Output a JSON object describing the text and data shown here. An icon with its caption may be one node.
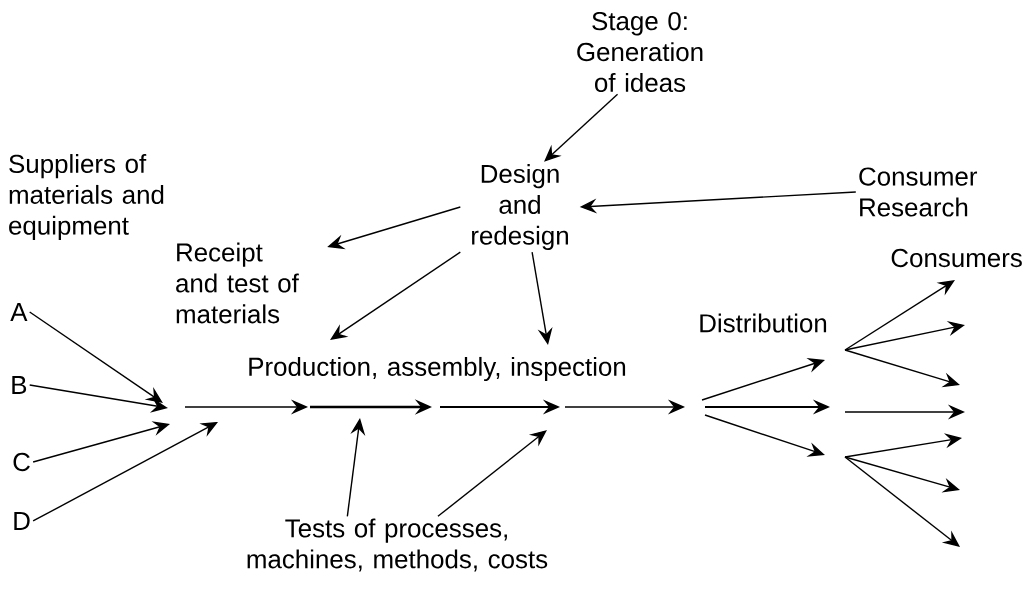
{
  "diagram": {
    "nodes": [
      {
        "text": [
          "Stage 0: Generation of ideas"
        ]
      },
      {
        "text": [
          "Design and redesign"
        ]
      },
      {
        "text": [
          "Consumer Research"
        ]
      },
      {
        "text": [
          "Receipt and test of materials"
        ]
      },
      {
        "text": [
          "A"
        ]
      },
      {
        "text": [
          "B"
        ]
      },
      {
        "text": [
          "C"
        ]
      },
      {
        "text": [
          "D"
        ]
      },
      {
        "text": [
          "Tests of processes, machines, methods, costs"
        ]
      }
    ],
    "edges": [
      {
        "from": 0,
        "to": 1,
        "arrow": "to"
      },
      {
        "from": 2,
        "to": 1,
        "arrow": "to"
      },
      {
        "from": 1,
        "to": 3,
        "arrow": "to"
      },
      {
        "from": 1,
        "to": null,
        "arrow": "to"
      },
      {
        "from": 1,
        "to": null,
        "arrow": "to"
      },
      {
        "from": 4,
        "to": null,
        "arrow": "to"
      },
      {
        "from": 5,
        "to": null,
        "arrow": "to"
      },
      {
        "from": 6,
        "to": null,
        "arrow": "to"
      },
      {
        "from": 7,
        "to": null,
        "arrow": "to"
      },
      {
        "from": 8,
        "to": null,
        "arrow": "to"
      },
      {
        "from": 8,
        "to": null,
        "arrow": "to"
      }
    ],
    "labels": [
      "Suppliers of materials and equipment",
      "Production, assembly, inspection",
      "Distribution",
      "Consumers"
    ]
  }
}
